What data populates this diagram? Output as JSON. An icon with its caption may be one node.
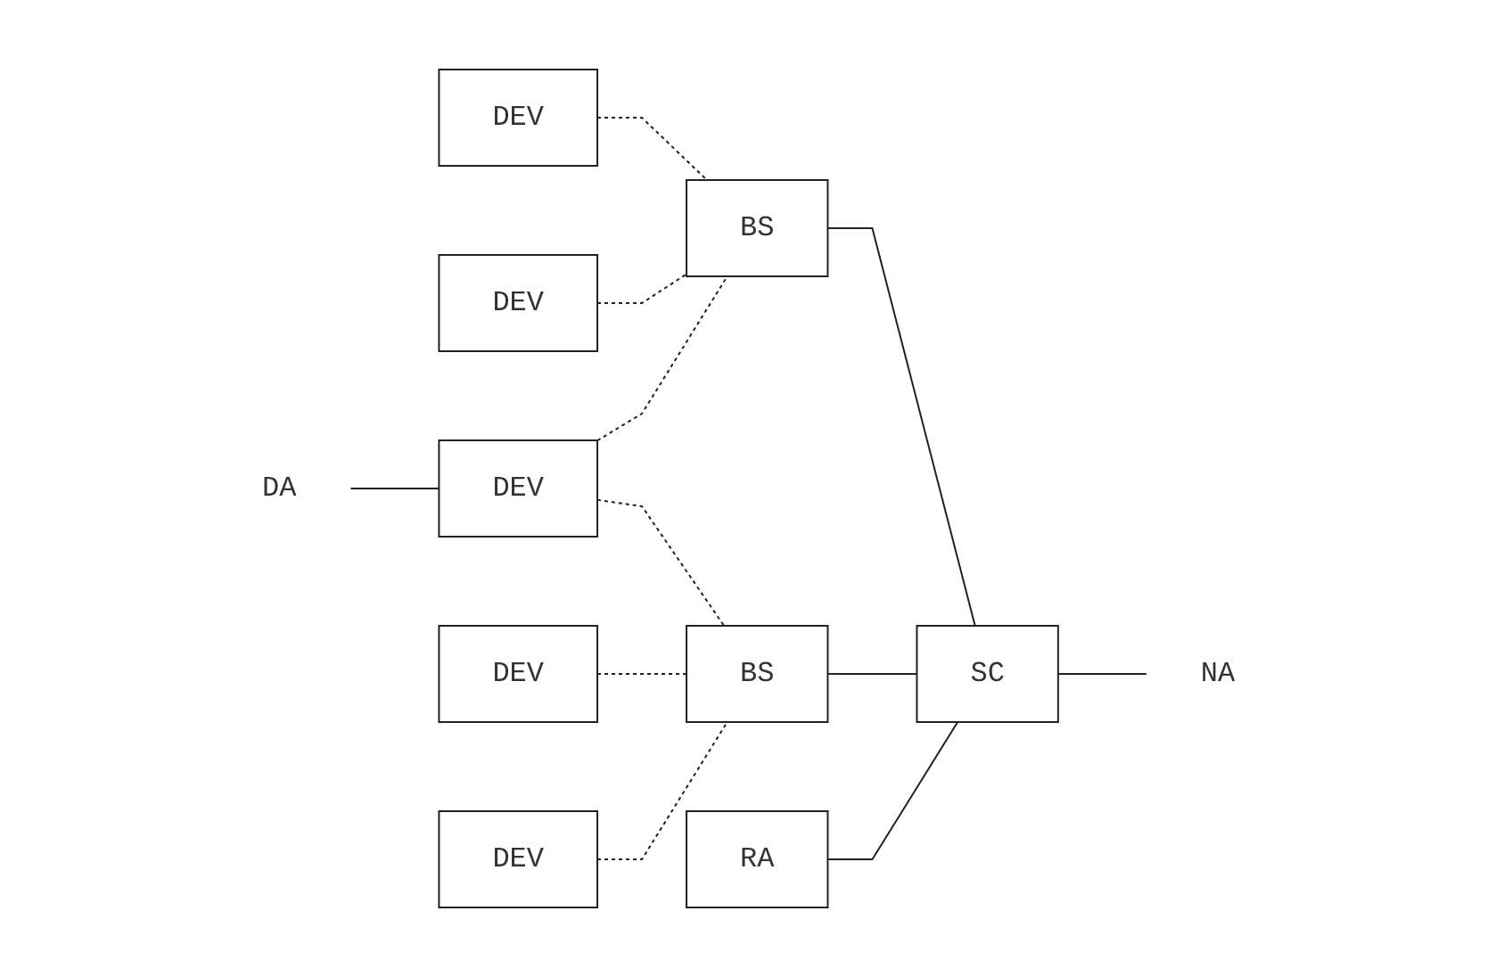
{
  "diagram": {
    "nodes": [
      {
        "text": [
          "DEV"
        ]
      },
      {
        "text": [
          "RA"
        ]
      },
      {
        "text": [
          "DEV"
        ]
      },
      {
        "text": [
          "BS"
        ]
      },
      {
        "text": [
          "SC"
        ]
      },
      {
        "text": [
          "DA"
        ]
      },
      {
        "text": [
          "DEV"
        ]
      },
      {
        "text": [
          "NA"
        ]
      },
      {
        "text": [
          "BS"
        ]
      },
      {
        "text": [
          "DEV"
        ]
      },
      {
        "text": [
          "DEV"
        ]
      }
    ],
    "edges": [
      {
        "from": 5,
        "to": 6,
        "arrow": "none"
      },
      {
        "from": 0,
        "to": 3,
        "arrow": "none",
        "style": "dashed"
      },
      {
        "from": 2,
        "to": 3,
        "arrow": "none",
        "style": "dashed"
      },
      {
        "from": 6,
        "to": 3,
        "arrow": "none",
        "style": "dashed"
      },
      {
        "from": 6,
        "to": 8,
        "arrow": "none",
        "style": "dashed"
      },
      {
        "from": 9,
        "to": 8,
        "arrow": "none",
        "style": "dashed"
      },
      {
        "from": 10,
        "to": 8,
        "arrow": "none",
        "style": "dashed"
      },
      {
        "from": 3,
        "to": 4,
        "arrow": "none"
      },
      {
        "from": 8,
        "to": 4,
        "arrow": "none"
      },
      {
        "from": 1,
        "to": 4,
        "arrow": "none"
      },
      {
        "from": 4,
        "to": 7,
        "arrow": "none"
      }
    ]
  }
}
